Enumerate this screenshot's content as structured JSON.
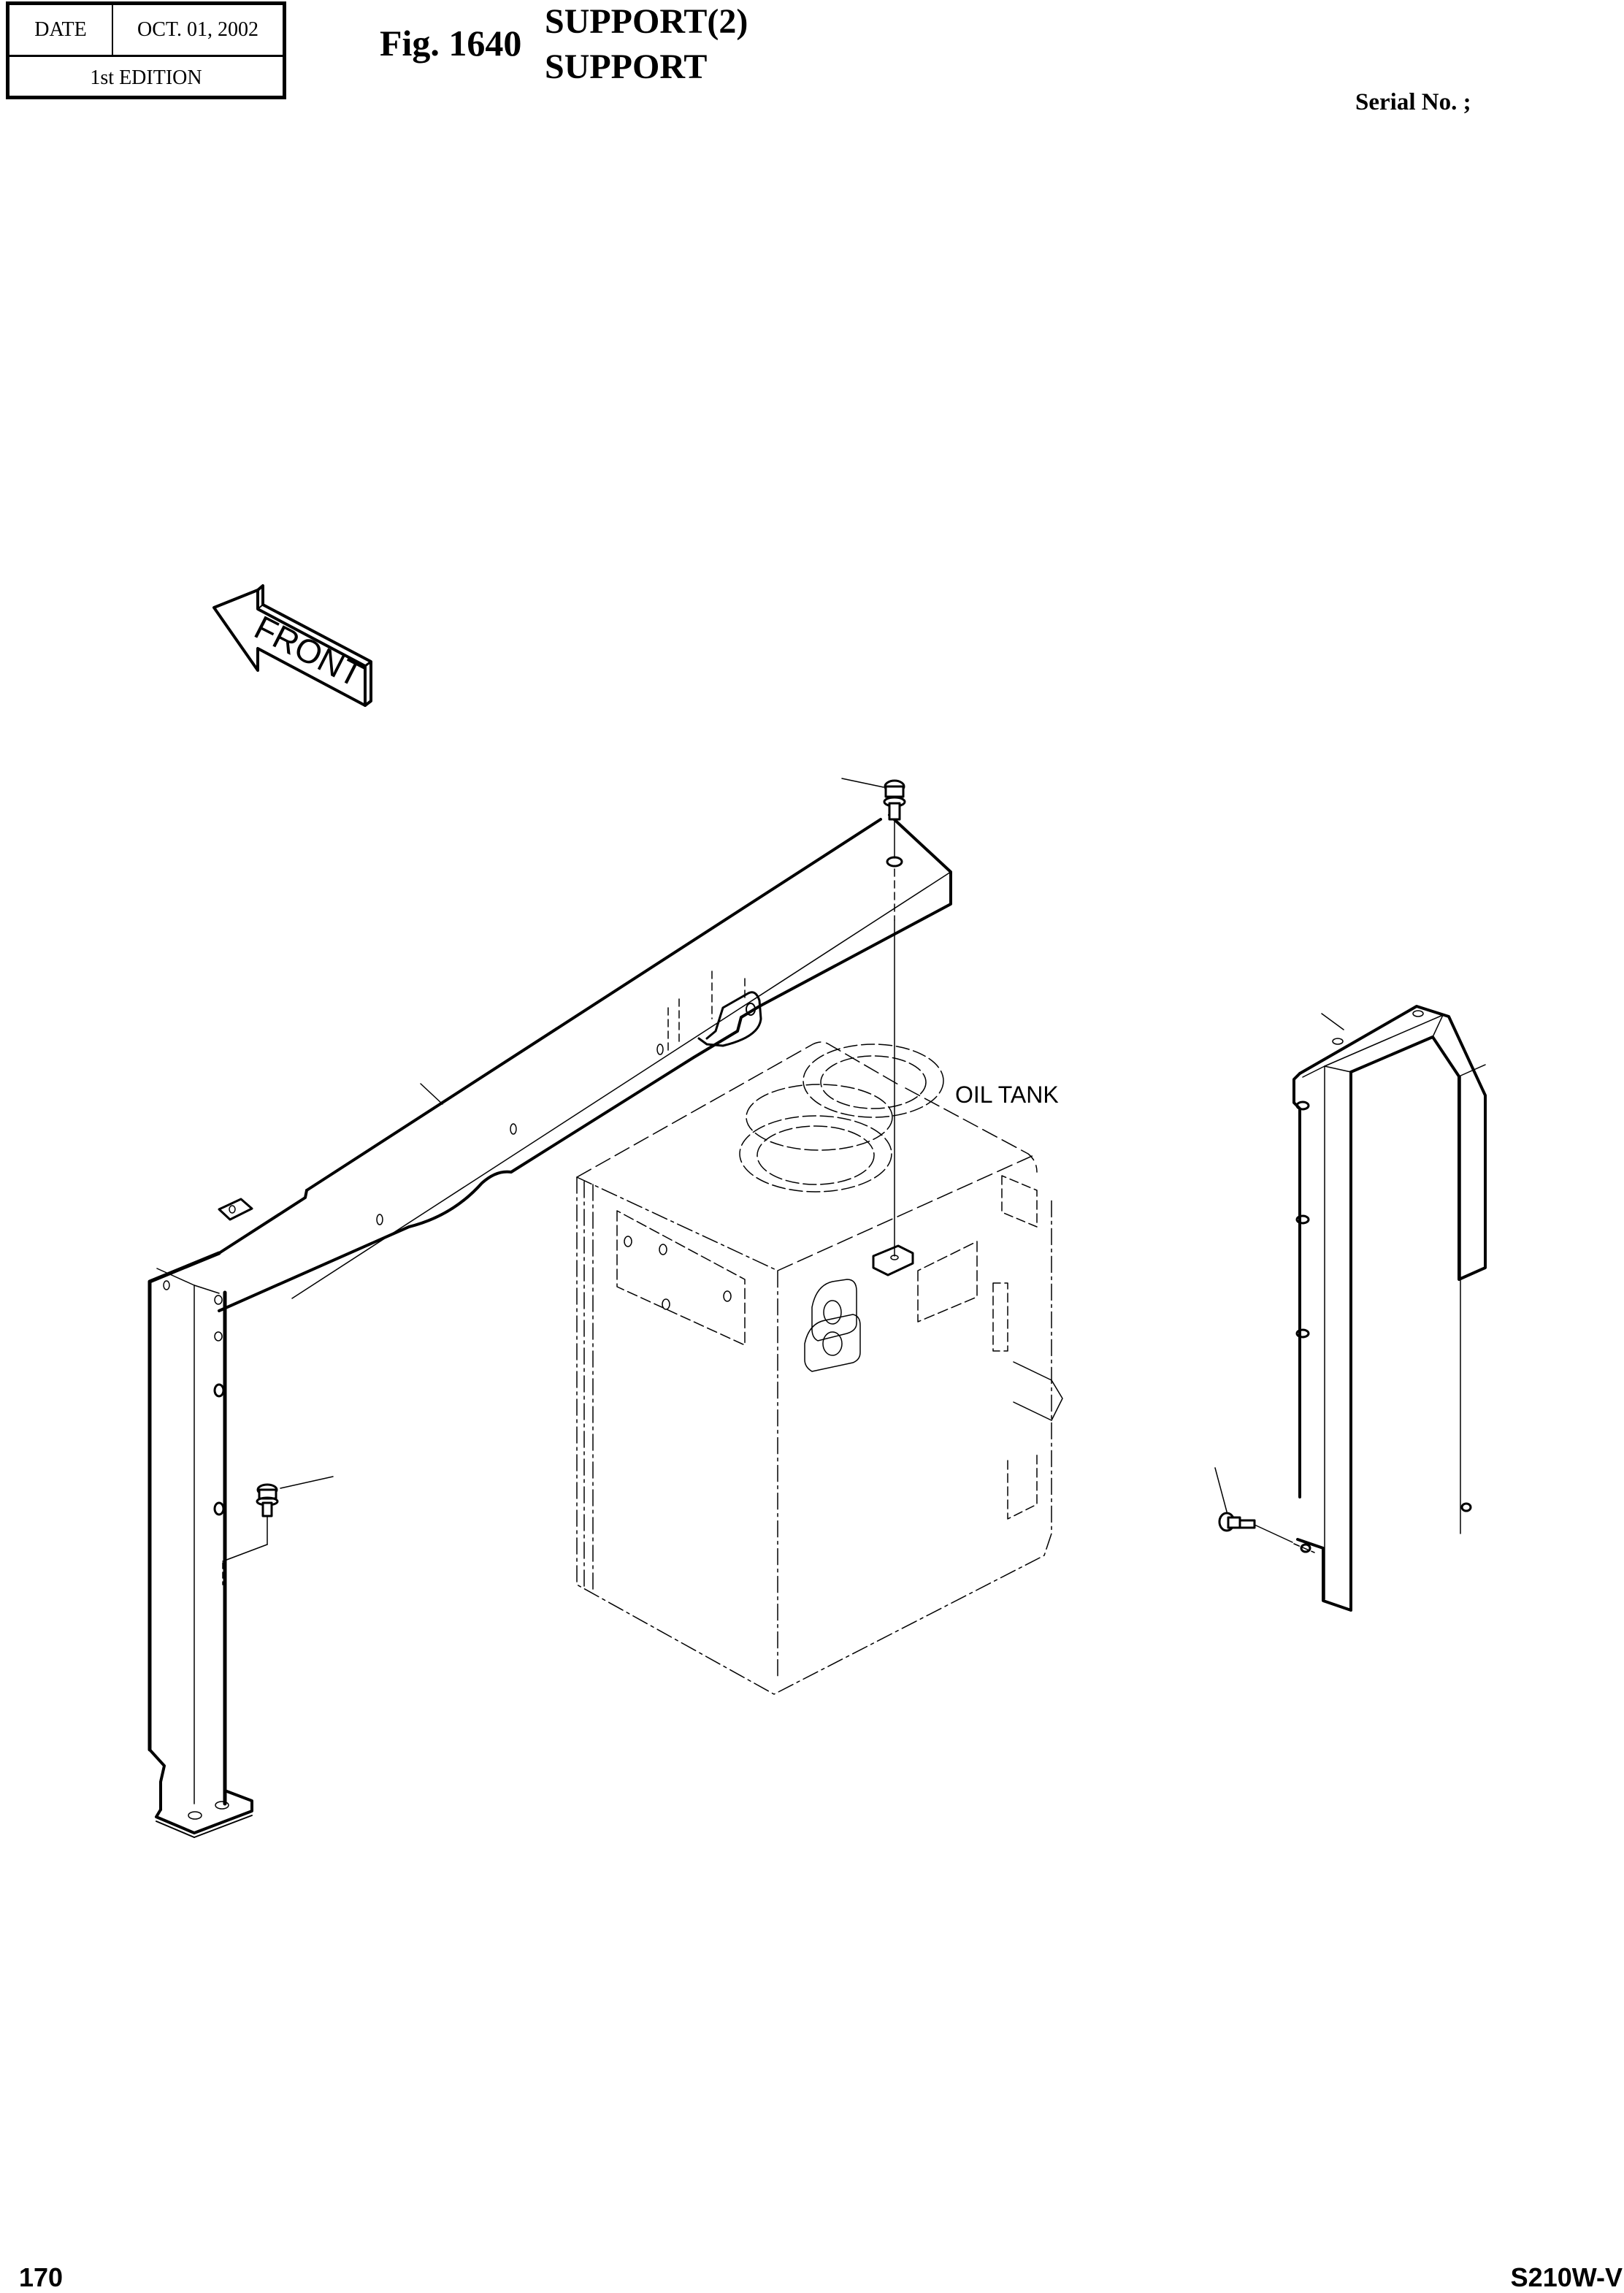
{
  "header": {
    "date_label": "DATE",
    "date_value": "OCT.  01, 2002",
    "edition": "1st EDITION"
  },
  "figure": {
    "number": "Fig. 1640",
    "title_line1": "SUPPORT(2)",
    "title_line2": "SUPPORT"
  },
  "serial": {
    "label": "Serial No. ;"
  },
  "drawing": {
    "front_arrow_label": "FRONT",
    "oil_tank_label": "OIL TANK",
    "parts": [
      {
        "name": "left-support-frame",
        "callout": ""
      },
      {
        "name": "right-support-frame",
        "callout": ""
      },
      {
        "name": "top-bolt",
        "callout": ""
      },
      {
        "name": "bottom-left-bolt",
        "callout": ""
      },
      {
        "name": "right-side-bolt",
        "callout": ""
      }
    ]
  },
  "footer": {
    "page_number": "170",
    "model": "S210W-V"
  }
}
